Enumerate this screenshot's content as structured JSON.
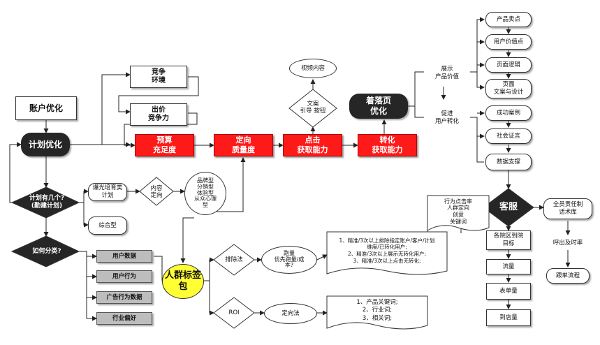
{
  "nodes": {
    "account_opt": "账户优化",
    "plan_opt": "计划优化",
    "competition_env": "竞争\n环境",
    "bid": "出价\n竞争力",
    "budget": "预算\n充足度",
    "targeting_quality": "定向\n质量度",
    "click": "点击\n获取能力",
    "conversion": "转化\n获取能力",
    "video_content": "视频内容",
    "copy_guide": "文案\n引导 按钮",
    "landing_page": "着落页\n优化",
    "show_value": "展示\n产品价值",
    "promote_conversion": "促进\n用户转化",
    "selling_point": "产品卖点",
    "user_value": "用户价值点",
    "page_logic": "页面逻辑",
    "page_copy_design": "页面\n文案与设计",
    "success_cases": "成功案例",
    "social_proof": "社会证言",
    "data_support": "数据支撑",
    "customer_service": "客服",
    "script_library": "全员责任制\n话术库",
    "call_timely": "呼出及时率",
    "follow_process": "跟单流程",
    "hospital_target": "各院区到院\n目标",
    "traffic": "流量",
    "form_volume": "表单量",
    "arrival": "到店量",
    "plan_count": "计划有几个?\n(勤建计划)",
    "exposure_plan": "爆光培育类\n计划",
    "content_targeting": "内容\n定向",
    "brand_types": "品牌型\n分销型\n体验型\n从众心理\n型",
    "combined": "综合型",
    "how_classify": "如何分类?",
    "user_data": "用户数据",
    "user_behavior": "用户行为",
    "ad_behavior_data": "广告行为数据",
    "industry_pref": "行业偏好",
    "audience_pack": "人群标签\n包",
    "exclusion": "排除法",
    "traffic_first": "跑量\n优先跑量/成\n本?",
    "roi": "ROI",
    "targeting_method": "定向法",
    "behavior_list": "行为点击率\n人群定向\n创意\n关键词",
    "exclusion_doc": "1、精准/3次以上排除指定账户/客户/计划\n维度/已转化用户;\n2、精准/3次以上展示无转化用户;\n3、精准/3次以上点击无转化;",
    "keyword_doc": "1、产品关键词;\n2、行业词;\n3、相关词;"
  },
  "colors": {
    "red_fill": "#ff1a1a",
    "dark_fill": "#262626",
    "yellow_fill": "#ffff33",
    "gray_fill": "#bdbdbd"
  }
}
